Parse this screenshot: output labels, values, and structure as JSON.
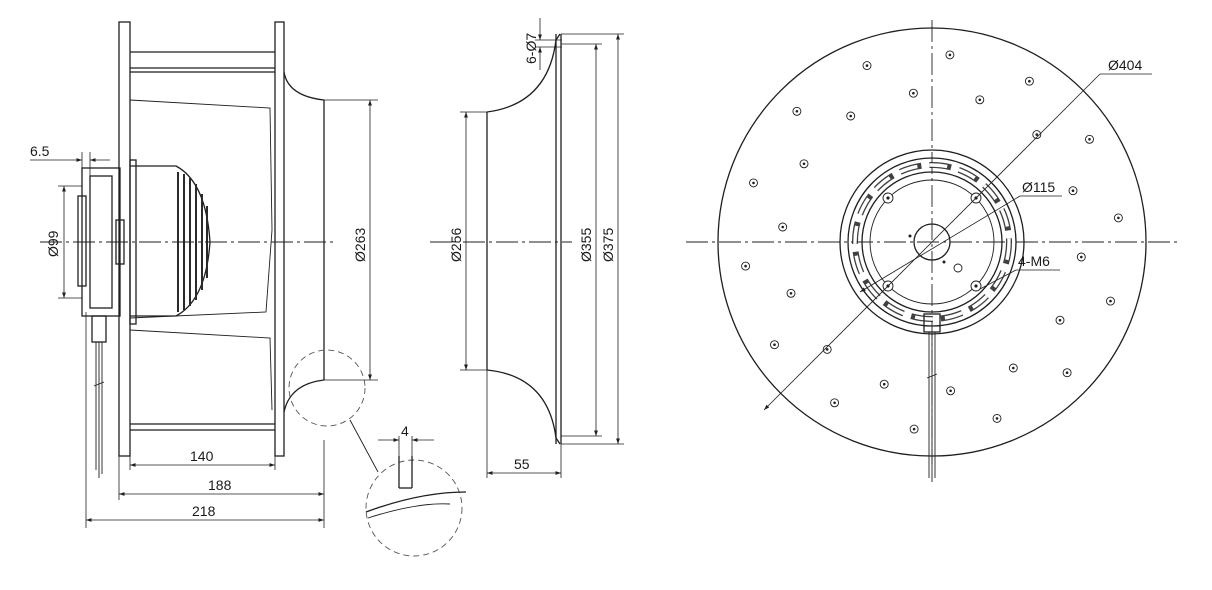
{
  "dimensions": {
    "d_6_5": "6.5",
    "d_99": "Ø99",
    "d_263": "Ø263",
    "d_140": "140",
    "d_188": "188",
    "d_218": "218",
    "d_4": "4",
    "d_6_hole": "6-Ø7",
    "d_256": "Ø256",
    "d_355": "Ø355",
    "d_375": "Ø375",
    "d_55": "55",
    "d_404": "Ø404",
    "d_115": "Ø115",
    "d_4_m6": "4-M6"
  }
}
